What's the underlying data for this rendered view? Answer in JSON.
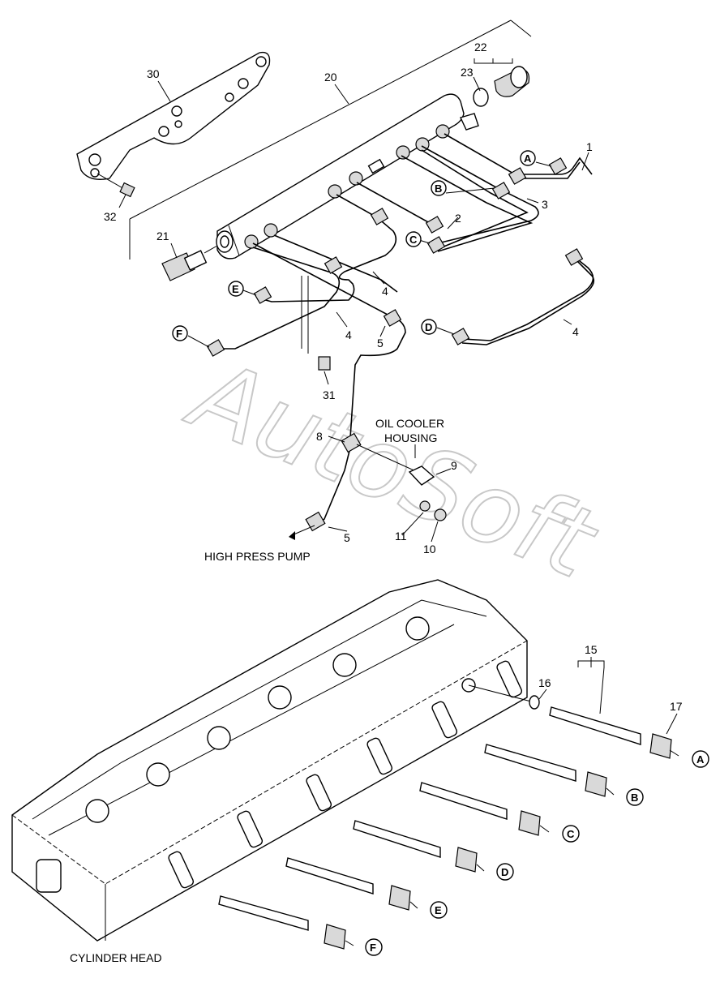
{
  "callouts": {
    "c1": "1",
    "c2": "2",
    "c3": "3",
    "c4a": "4",
    "c4b": "4",
    "c4c": "4",
    "c5a": "5",
    "c5b": "5",
    "c8": "8",
    "c9": "9",
    "c10": "10",
    "c11": "11",
    "c15": "15",
    "c16": "16",
    "c17": "17",
    "c20": "20",
    "c21": "21",
    "c22": "22",
    "c23": "23",
    "c30": "30",
    "c31": "31",
    "c32": "32"
  },
  "letters": {
    "top_a": "A",
    "top_b": "B",
    "top_c": "C",
    "top_d": "D",
    "top_e": "E",
    "top_f": "F",
    "bot_a": "A",
    "bot_b": "B",
    "bot_c": "C",
    "bot_d": "D",
    "bot_e": "E",
    "bot_f": "F"
  },
  "labels": {
    "oil_cooler_line1": "OIL COOLER",
    "oil_cooler_line2": "HOUSING",
    "high_press_pump": "HIGH PRESS PUMP",
    "cylinder_head": "CYLINDER HEAD"
  },
  "watermark": "AutoSoft"
}
